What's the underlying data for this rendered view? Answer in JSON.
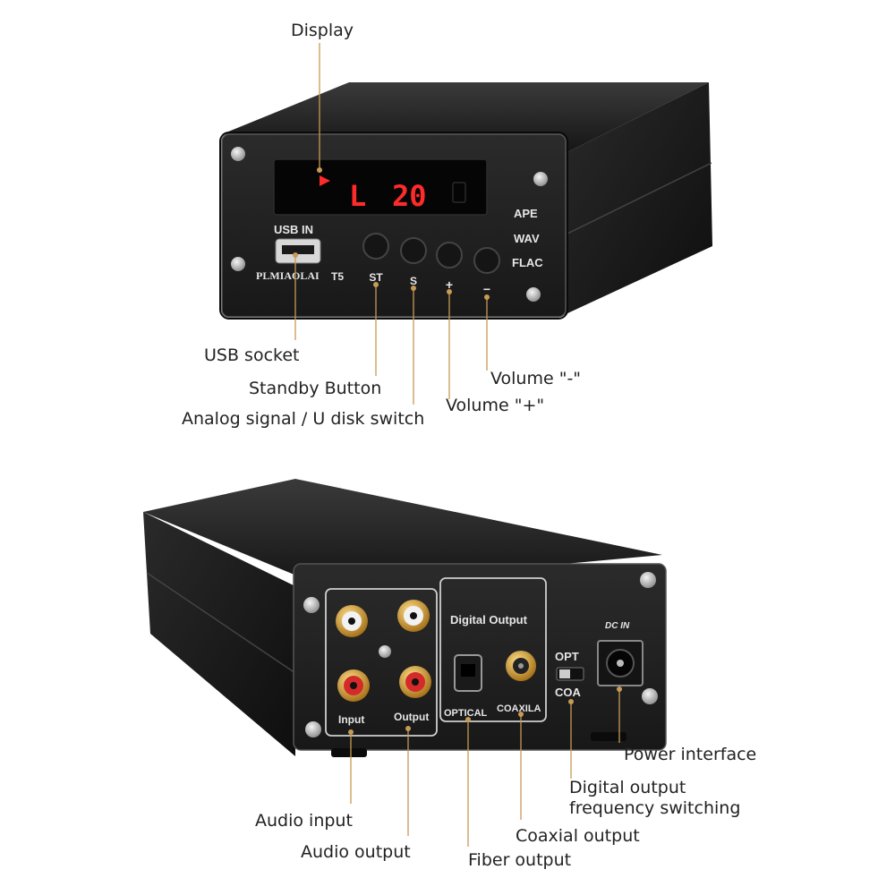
{
  "front": {
    "display_readout": {
      "channel": "L",
      "value": "20"
    },
    "labels": {
      "usb_in": "USB IN",
      "brand": "PLMIAOLAI",
      "model": "T5"
    },
    "buttons": [
      "ST",
      "S",
      "+",
      "−"
    ],
    "formats": [
      "APE",
      "WAV",
      "FLAC"
    ]
  },
  "rear": {
    "labels": {
      "input": "Input",
      "output": "Output",
      "digital_output": "Digital Output",
      "optical": "OPTICAL",
      "coaxila": "COAXILA",
      "opt": "OPT",
      "coa": "COA",
      "dc_in": "DC IN"
    }
  },
  "callouts": {
    "display": "Display",
    "usb_socket": "USB socket",
    "standby_button": "Standby Button",
    "analog_switch": "Analog signal / U disk switch",
    "volume_minus": "Volume \"-\"",
    "volume_plus": "Volume \"+\"",
    "power_interface": "Power interface",
    "digital_freq_line1": "Digital output",
    "digital_freq_line2": "frequency switching",
    "audio_input": "Audio input",
    "audio_output": "Audio output",
    "coaxial_output": "Coaxial output",
    "fiber_output": "Fiber output"
  },
  "colors": {
    "leader": "#c79a55",
    "segment_red": "#ff2a2a",
    "chassis": "#1c1c1c",
    "rca_red": "#d42a2a",
    "rca_white": "#f2f2f2",
    "gold": "#d9a441"
  }
}
